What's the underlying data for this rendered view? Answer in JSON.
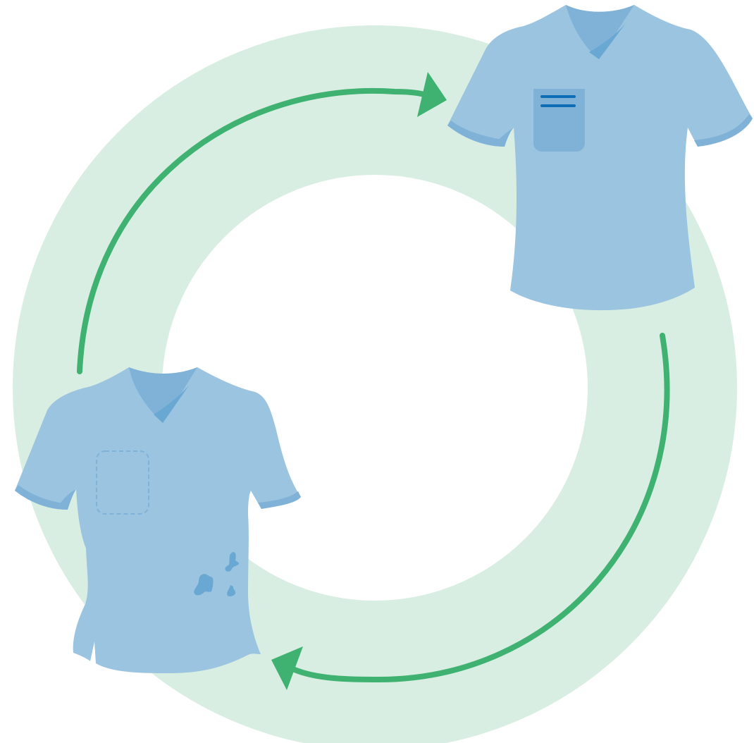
{
  "colors": {
    "background": "#ffffff",
    "ring": "#d9eee2",
    "arrow": "#3fb271",
    "shirt_body": "#9ac4df",
    "shirt_shade": "#80b2d8",
    "shirt_shade_dark": "#6aa8d4",
    "pocket_stripe": "#0f6db5",
    "stain": "#6aa8d4"
  },
  "diagram": {
    "shape": "circular cycle",
    "steps": [
      {
        "icon": "clean-shirt-icon",
        "state": "clean shirt with pocket"
      },
      {
        "icon": "worn-shirt-icon",
        "state": "worn shirt with missing pocket and stains"
      }
    ],
    "arrows": [
      {
        "from": "worn-shirt-icon",
        "to": "clean-shirt-icon",
        "direction": "clockwise"
      },
      {
        "from": "clean-shirt-icon",
        "to": "worn-shirt-icon",
        "direction": "clockwise"
      }
    ]
  }
}
